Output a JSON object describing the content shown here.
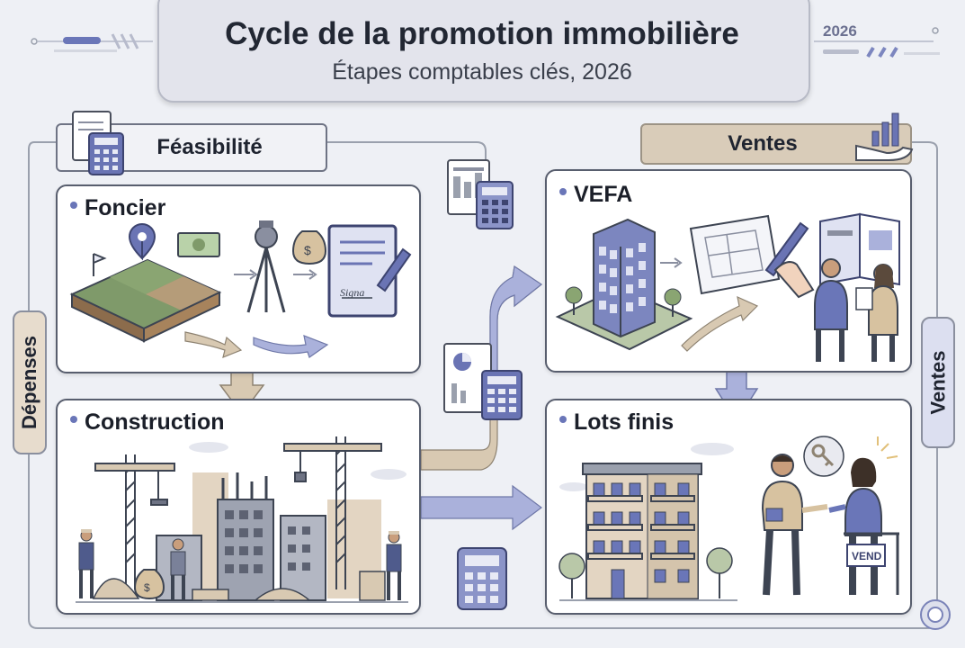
{
  "header": {
    "title": "Cycle de la promotion immobilière",
    "subtitle": "Étapes comptables clés, 2026",
    "year_badge": "2026"
  },
  "sections": {
    "feasibility_label": "Féasibilité",
    "sales_label": "Ventes"
  },
  "side_tabs": {
    "left": "Dépenses",
    "right": "Ventes"
  },
  "panels": {
    "land": {
      "title": "Foncier",
      "contract_text": "Signa"
    },
    "construction": {
      "title": "Construction"
    },
    "vefa": {
      "title": "VEFA"
    },
    "finished": {
      "title": "Lots finis",
      "sign_text": "VEND"
    }
  },
  "colors": {
    "accent": "#6a76b8",
    "arrow_tan": "#d8c9b2",
    "arrow_blue": "#aab1db",
    "panel_border": "#585e6e"
  },
  "icons": [
    "calculator-icon",
    "document-icon",
    "map-pin-icon",
    "money-bill-icon",
    "money-bag-icon",
    "survey-tripod-icon",
    "contract-pen-icon",
    "crane-icon",
    "worker-icon",
    "building-icon",
    "blueprint-icon",
    "people-icon",
    "keys-icon",
    "hand-chart-icon",
    "pie-chart-icon"
  ]
}
